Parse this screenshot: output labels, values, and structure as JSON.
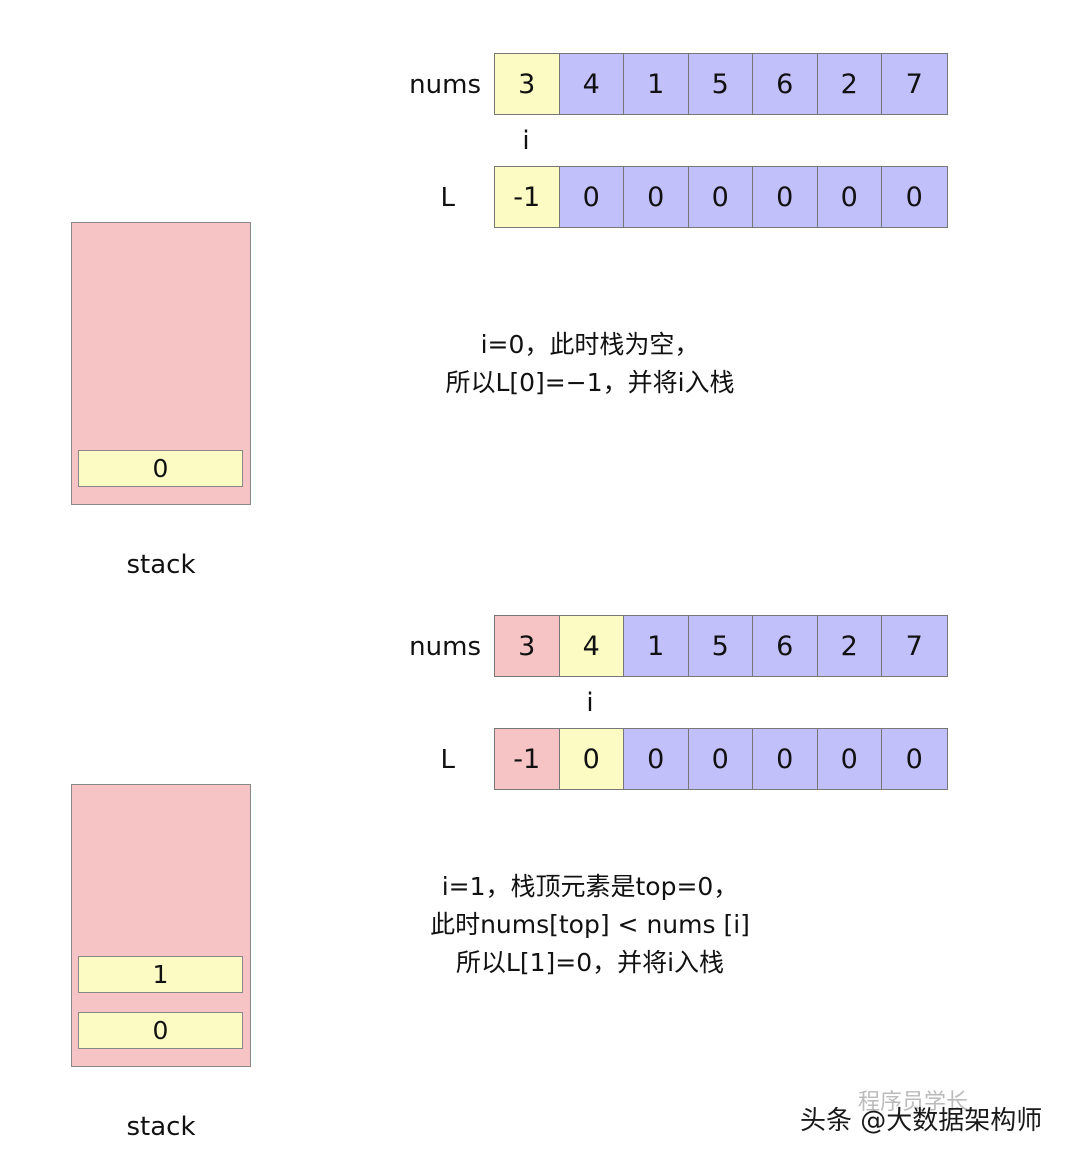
{
  "labels": {
    "nums": "nums",
    "L": "L",
    "pointer": "i",
    "stack_caption": "stack"
  },
  "colors": {
    "current": "#fdfbc4",
    "done": "#f6c4c4",
    "pending": "#c1c0fb",
    "stack_bg": "#f6c4c4",
    "stack_item": "#fdfbc4"
  },
  "steps": [
    {
      "nums": [
        {
          "v": "3",
          "s": "current"
        },
        {
          "v": "4",
          "s": "pending"
        },
        {
          "v": "1",
          "s": "pending"
        },
        {
          "v": "5",
          "s": "pending"
        },
        {
          "v": "6",
          "s": "pending"
        },
        {
          "v": "2",
          "s": "pending"
        },
        {
          "v": "7",
          "s": "pending"
        }
      ],
      "L": [
        {
          "v": "-1",
          "s": "current"
        },
        {
          "v": "0",
          "s": "pending"
        },
        {
          "v": "0",
          "s": "pending"
        },
        {
          "v": "0",
          "s": "pending"
        },
        {
          "v": "0",
          "s": "pending"
        },
        {
          "v": "0",
          "s": "pending"
        },
        {
          "v": "0",
          "s": "pending"
        }
      ],
      "pointer_index": 0,
      "explanation": [
        "i=0，此时栈为空，",
        "所以L[0]=−1，并将i入栈"
      ],
      "stack": [
        "0"
      ]
    },
    {
      "nums": [
        {
          "v": "3",
          "s": "done"
        },
        {
          "v": "4",
          "s": "current"
        },
        {
          "v": "1",
          "s": "pending"
        },
        {
          "v": "5",
          "s": "pending"
        },
        {
          "v": "6",
          "s": "pending"
        },
        {
          "v": "2",
          "s": "pending"
        },
        {
          "v": "7",
          "s": "pending"
        }
      ],
      "L": [
        {
          "v": "-1",
          "s": "done"
        },
        {
          "v": "0",
          "s": "current"
        },
        {
          "v": "0",
          "s": "pending"
        },
        {
          "v": "0",
          "s": "pending"
        },
        {
          "v": "0",
          "s": "pending"
        },
        {
          "v": "0",
          "s": "pending"
        },
        {
          "v": "0",
          "s": "pending"
        }
      ],
      "pointer_index": 1,
      "explanation": [
        "i=1，栈顶元素是top=0，",
        "此时nums[top] < nums [i]",
        "所以L[1]=0，并将i入栈"
      ],
      "stack": [
        "1",
        "0"
      ]
    }
  ],
  "watermark": {
    "text": "头条 @大数据架构师",
    "ghost": "程序员学长"
  }
}
